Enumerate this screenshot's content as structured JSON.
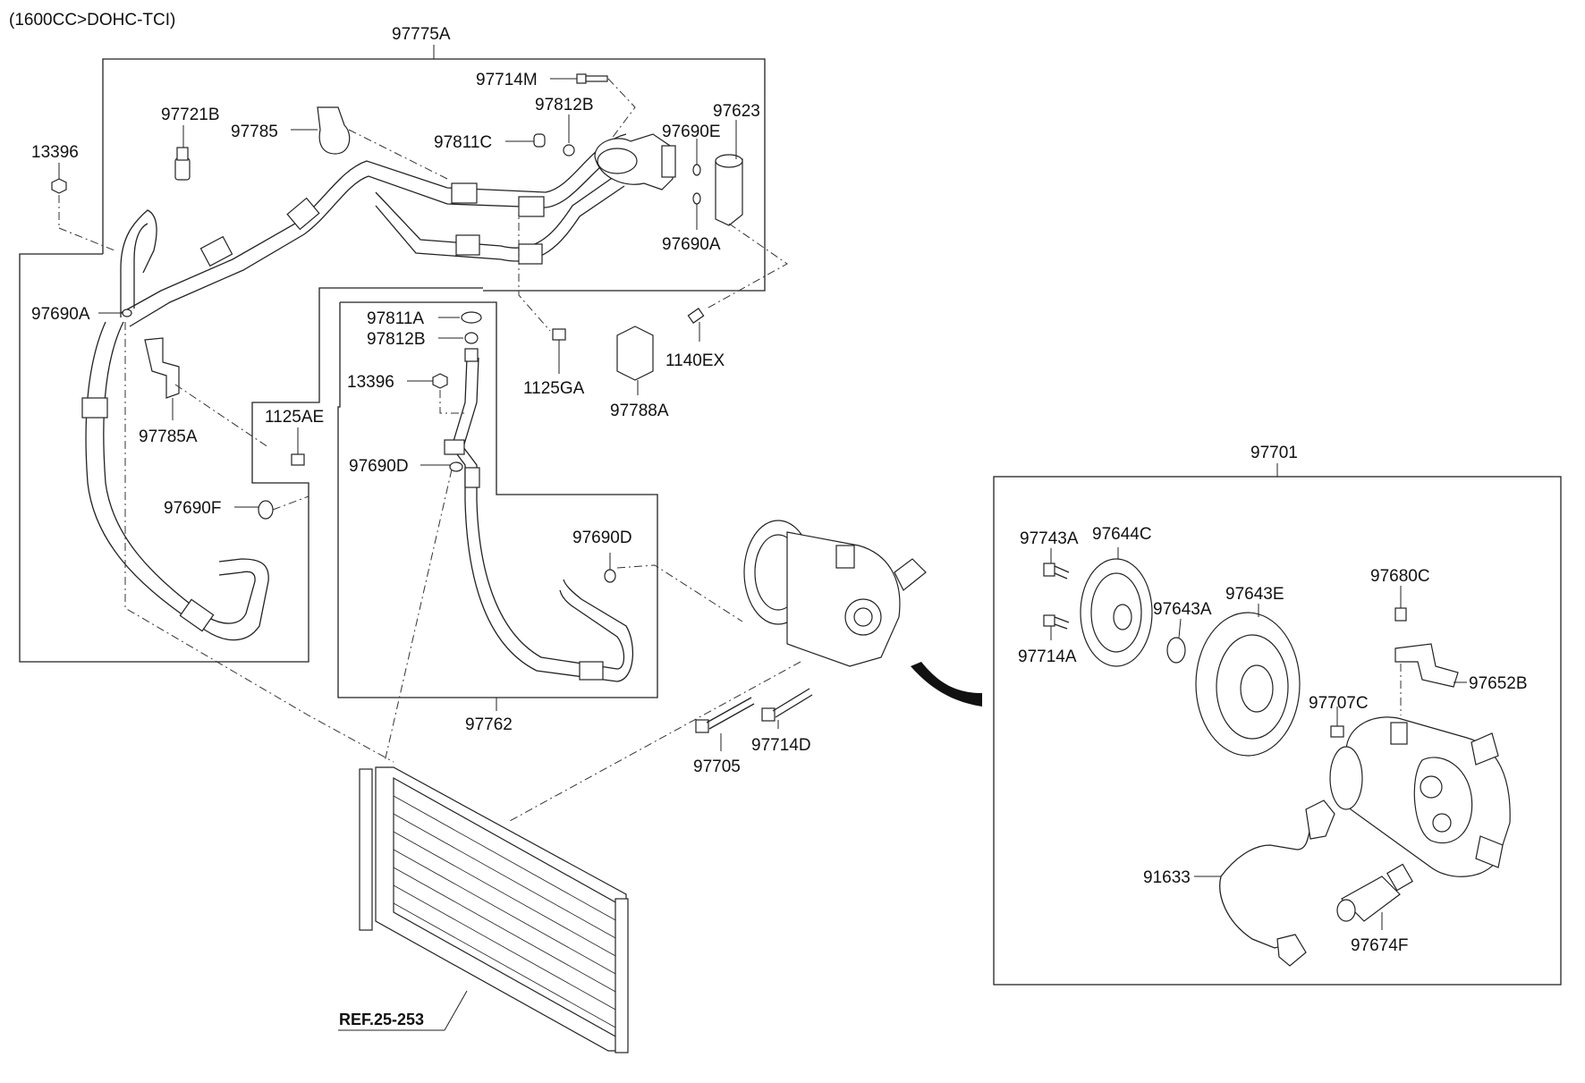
{
  "header": {
    "engine_note": "(1600CC>DOHC-TCI)"
  },
  "groups": {
    "hose_assembly": "97775A",
    "liquid_tube": "97762",
    "compressor_assembly": "97701"
  },
  "labels": {
    "p13396_top": "13396",
    "p97721B": "97721B",
    "p97785": "97785",
    "p97714M": "97714M",
    "p97812B_top": "97812B",
    "p97811C": "97811C",
    "p97623": "97623",
    "p97690E": "97690E",
    "p97690A_right": "97690A",
    "p97690A_left": "97690A",
    "p97785A": "97785A",
    "p1125GA": "1125GA",
    "p1140EX": "1140EX",
    "p97788A": "97788A",
    "p97811A": "97811A",
    "p97812B_mid": "97812B",
    "p13396_mid": "13396",
    "p1125AE": "1125AE",
    "p97690D_left": "97690D",
    "p97690F": "97690F",
    "p97690D_right": "97690D",
    "p97705": "97705",
    "p97714D": "97714D",
    "p97743A": "97743A",
    "p97644C": "97644C",
    "p97714A": "97714A",
    "p97643A": "97643A",
    "p97643E": "97643E",
    "p97680C": "97680C",
    "p97652B": "97652B",
    "p97707C": "97707C",
    "p91633": "91633",
    "p97674F": "97674F"
  },
  "reference": {
    "condenser_ref": "REF.25-253"
  }
}
